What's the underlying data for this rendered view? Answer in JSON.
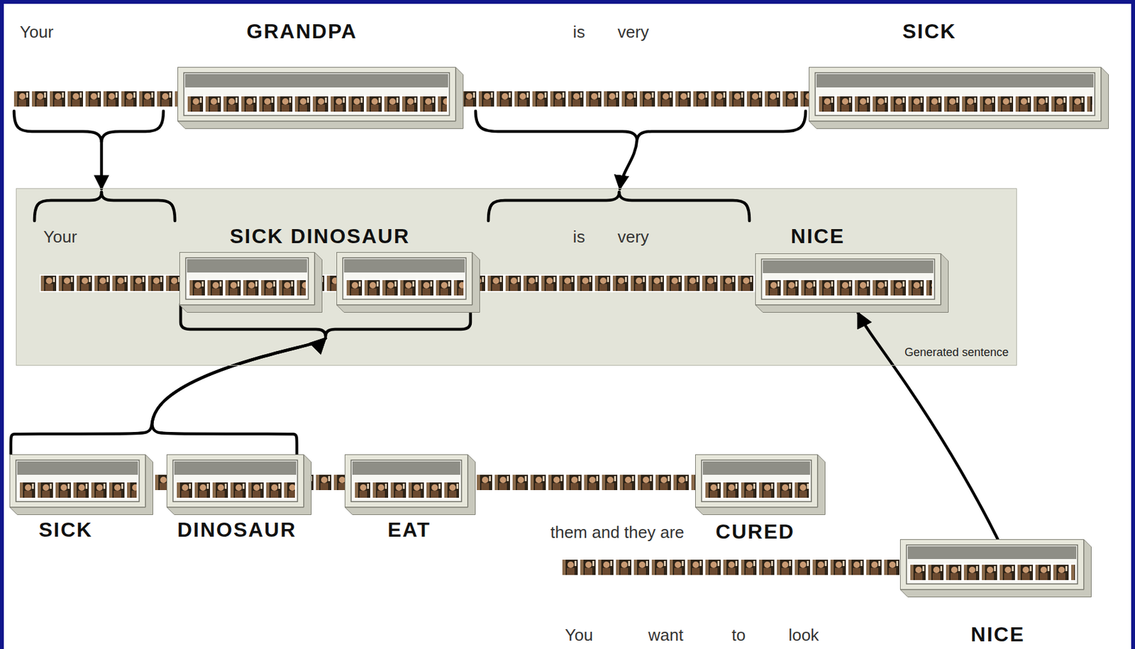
{
  "diagram": {
    "nodes": [
      {
        "text": [
          "GRANDPA"
        ]
      },
      {
        "text": [
          "SICK"
        ]
      },
      {
        "text": [
          "Generated sentence"
        ]
      },
      {
        "text": [
          "SICK DINOSAUR"
        ],
        "in": 2
      },
      {
        "text": [
          "NICE"
        ],
        "in": 2
      },
      {
        "text": [
          "SICK"
        ]
      },
      {
        "text": [
          "DINOSAUR"
        ]
      },
      {
        "text": [
          "EAT"
        ]
      },
      {
        "text": [
          "CURED"
        ]
      },
      {
        "text": [
          "NICE"
        ]
      }
    ],
    "edges": [
      {
        "from": 5,
        "to": 3,
        "arrow": "to"
      },
      {
        "from": 6,
        "to": 3,
        "arrow": "to"
      },
      {
        "from": 9,
        "to": 4,
        "arrow": "to"
      }
    ],
    "labels": [
      "Your",
      "is",
      "very",
      "Your",
      "is",
      "very",
      "them and they are",
      "You",
      "want",
      "to",
      "look"
    ]
  }
}
